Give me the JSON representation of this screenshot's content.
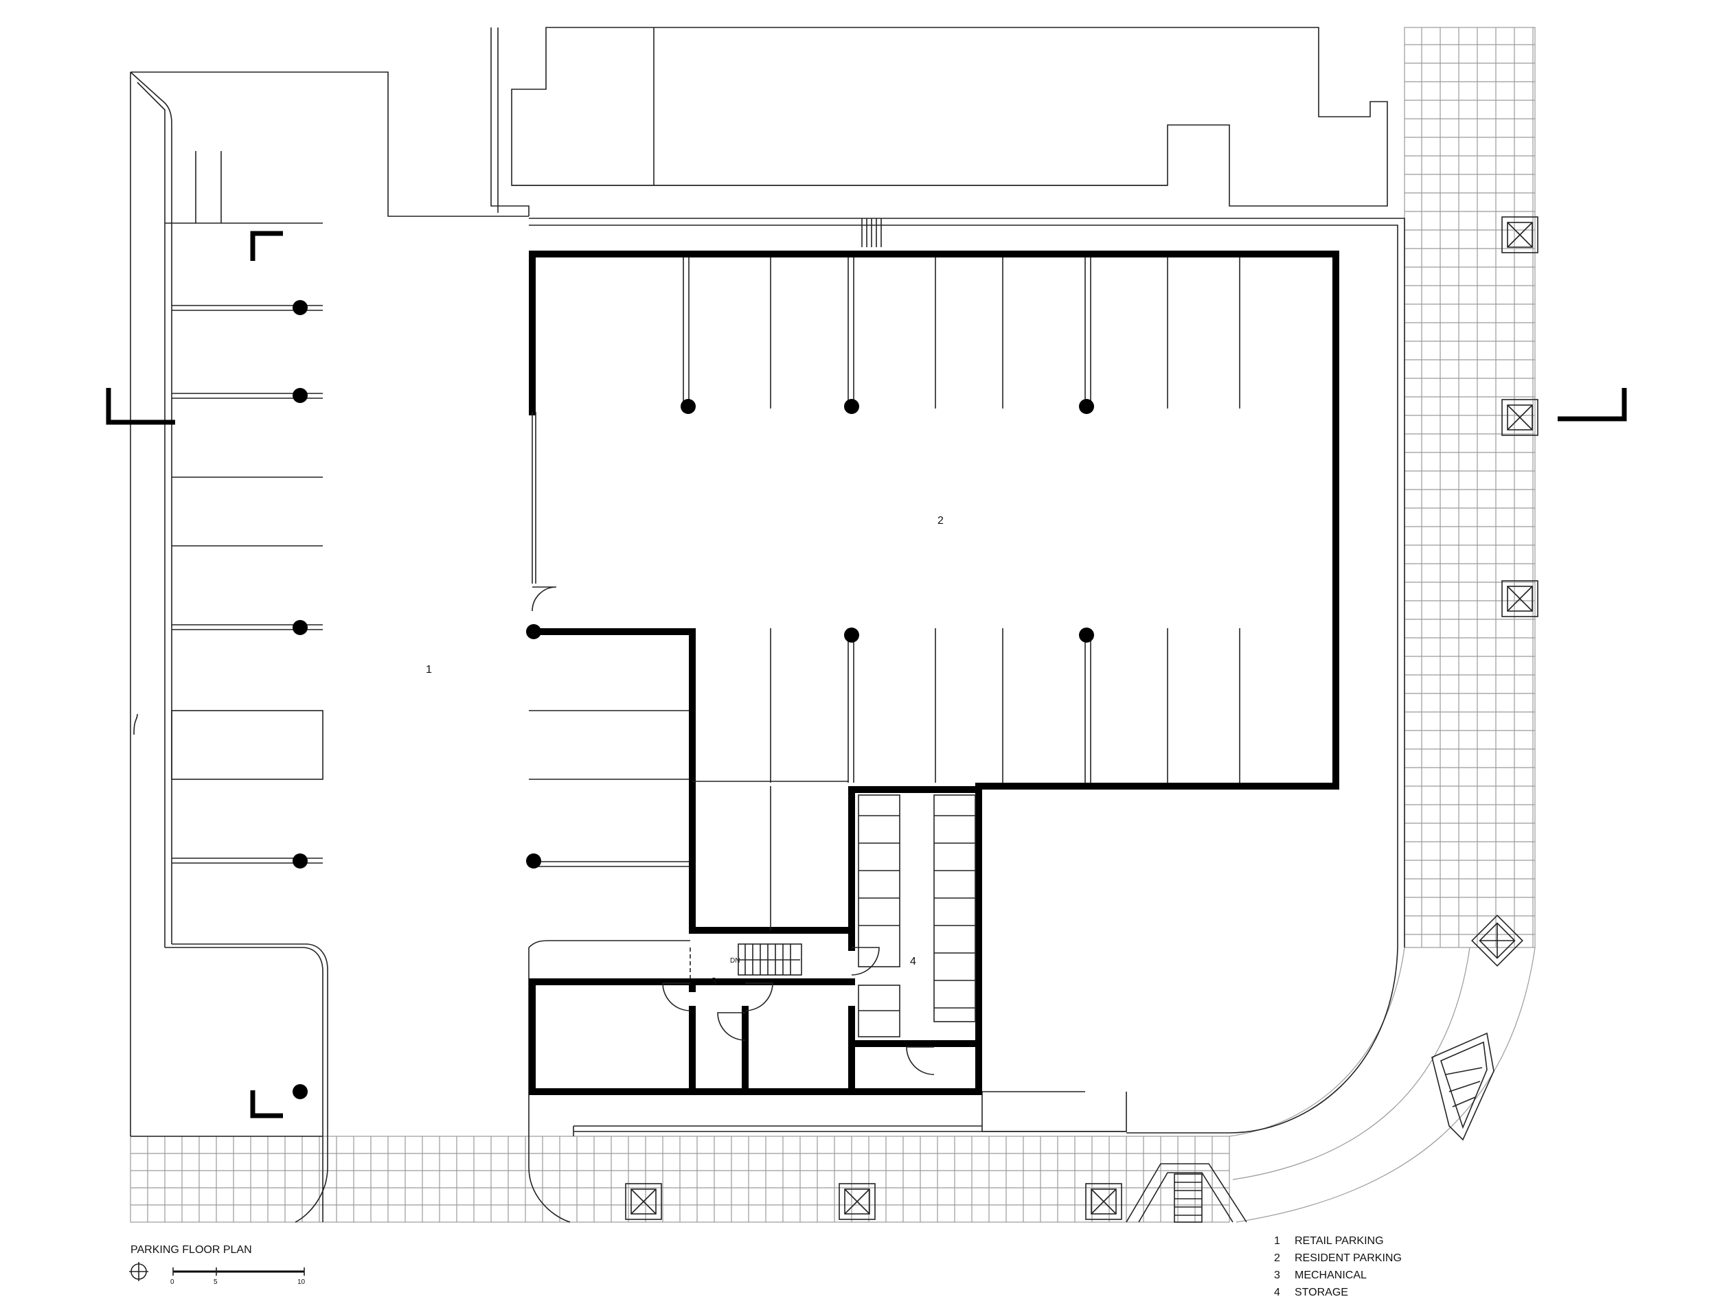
{
  "drawing": {
    "title": "PARKING FLOOR PLAN",
    "scale_ticks": [
      "0",
      "5",
      "10"
    ],
    "stair_label": "DN"
  },
  "rooms": [
    {
      "number": "1",
      "name": "RETAIL PARKING"
    },
    {
      "number": "2",
      "name": "RESIDENT PARKING"
    },
    {
      "number": "3",
      "name": "MECHANICAL"
    },
    {
      "number": "4",
      "name": "STORAGE"
    }
  ],
  "icons": {
    "north_arrow": "north-arrow-icon",
    "scale_bar": "scale-bar-icon",
    "section_marker": "section-marker-icon",
    "column": "column-icon",
    "planter": "planter-icon"
  },
  "colors": {
    "line": "#222222",
    "wall": "#000000",
    "paving": "#9a9a9a",
    "background": "#ffffff"
  }
}
